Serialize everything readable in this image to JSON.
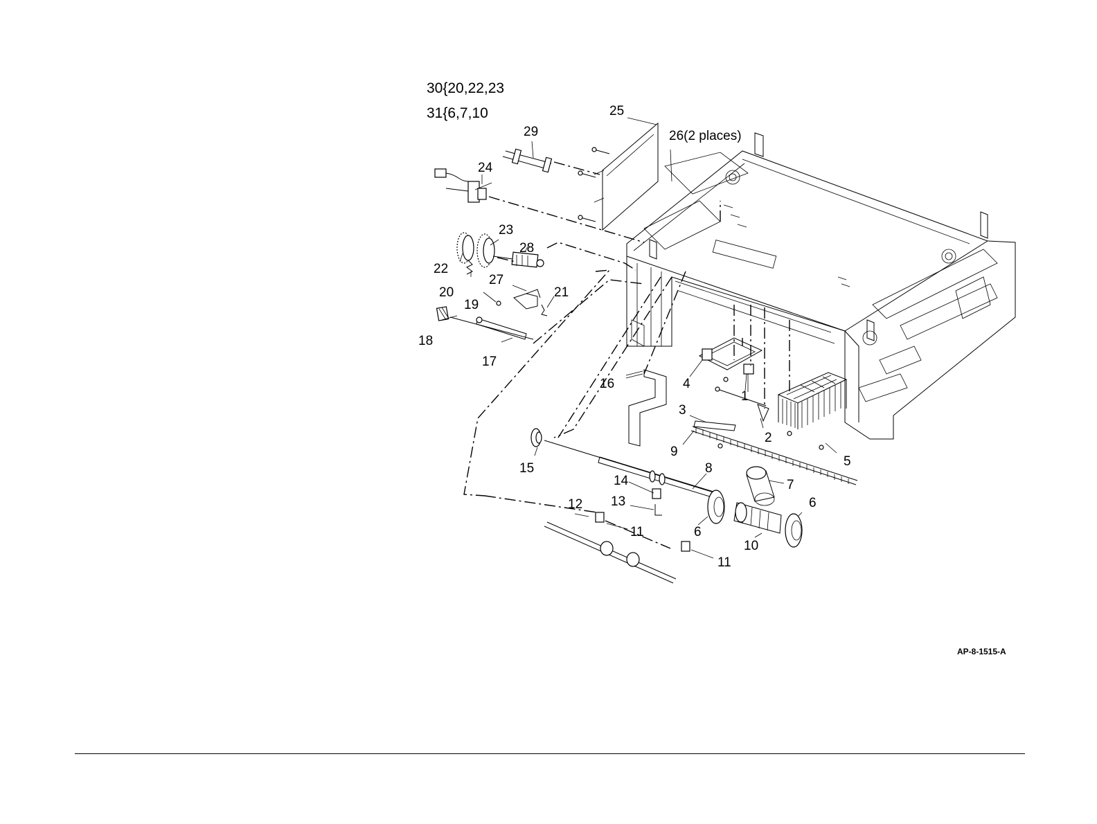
{
  "kit_notes": [
    "30{20,22,23",
    "31{6,7,10"
  ],
  "figure_code": "AP-8-1515-A",
  "labels": {
    "l1": "1",
    "l2": "2",
    "l3": "3",
    "l4": "4",
    "l5": "5",
    "l6a": "6",
    "l6b": "6",
    "l7": "7",
    "l8": "8",
    "l9": "9",
    "l10": "10",
    "l11a": "11",
    "l11b": "11",
    "l12": "12",
    "l13": "13",
    "l14": "14",
    "l15": "15",
    "l16": "16",
    "l17": "17",
    "l18": "18",
    "l19": "19",
    "l20": "20",
    "l21": "21",
    "l22": "22",
    "l23": "23",
    "l24": "24",
    "l25": "25",
    "l26": "26(2 places)",
    "l27": "27",
    "l28": "28",
    "l29": "29"
  }
}
